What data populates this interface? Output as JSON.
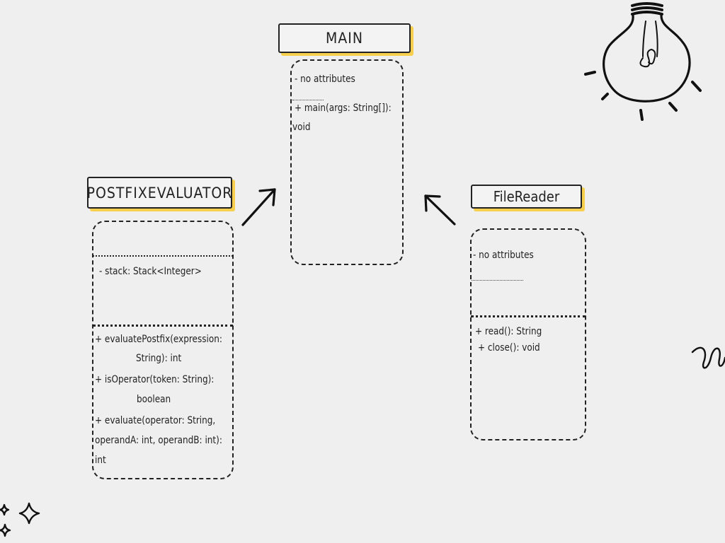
{
  "classes": {
    "main": {
      "name": "MAIN",
      "attributes": "- no attributes",
      "method_line1": "+ main(args: String[]):",
      "method_line2": "void"
    },
    "postfix_evaluator": {
      "name": "POSTFIXEVALUATOR",
      "attribute": "- stack: Stack<Integer>",
      "methods": [
        "+ evaluatePostfix(expression:",
        "String): int",
        "+ isOperator(token: String):",
        "boolean",
        "+ evaluate(operator: String,",
        "operandA: int, operandB: int):",
        "int"
      ]
    },
    "file_reader": {
      "name": "FileReader",
      "attributes": "- no attributes",
      "methods": [
        "+ read(): String",
        "+ close(): void"
      ]
    }
  },
  "decorations": [
    "lightbulb-icon",
    "sparkle-icon",
    "squiggle-icon"
  ],
  "colors": {
    "accent": "#f7cf4f",
    "ink": "#222222",
    "background": "#efefef"
  }
}
